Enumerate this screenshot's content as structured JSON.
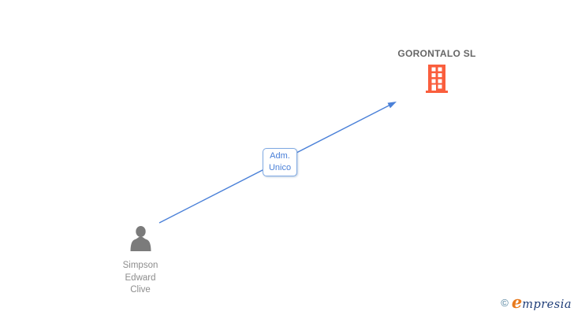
{
  "diagram": {
    "company": {
      "name": "GORONTALO SL",
      "icon": "building-icon"
    },
    "person": {
      "name": "Simpson Edward Clive",
      "name_lines": [
        "Simpson",
        "Edward",
        "Clive"
      ],
      "icon": "person-icon"
    },
    "edge": {
      "label": "Adm. Unico",
      "label_lines": [
        "Adm.",
        "Unico"
      ],
      "direction": "person-to-company"
    }
  },
  "footer": {
    "copyright": "©",
    "brand_initial": "e",
    "brand_rest": "mpresia"
  },
  "colors": {
    "edge_blue": "#4a80d8",
    "label_border_blue": "#7fa9e2",
    "building_orange": "#fa5e3d",
    "person_gray": "#7b7b7b",
    "company_text": "#666666",
    "person_text": "#8d8d8d",
    "logo_copyright": "#4e7f9b",
    "logo_initial_orange": "#e87a1e",
    "logo_text_navy": "#1e3d78"
  }
}
